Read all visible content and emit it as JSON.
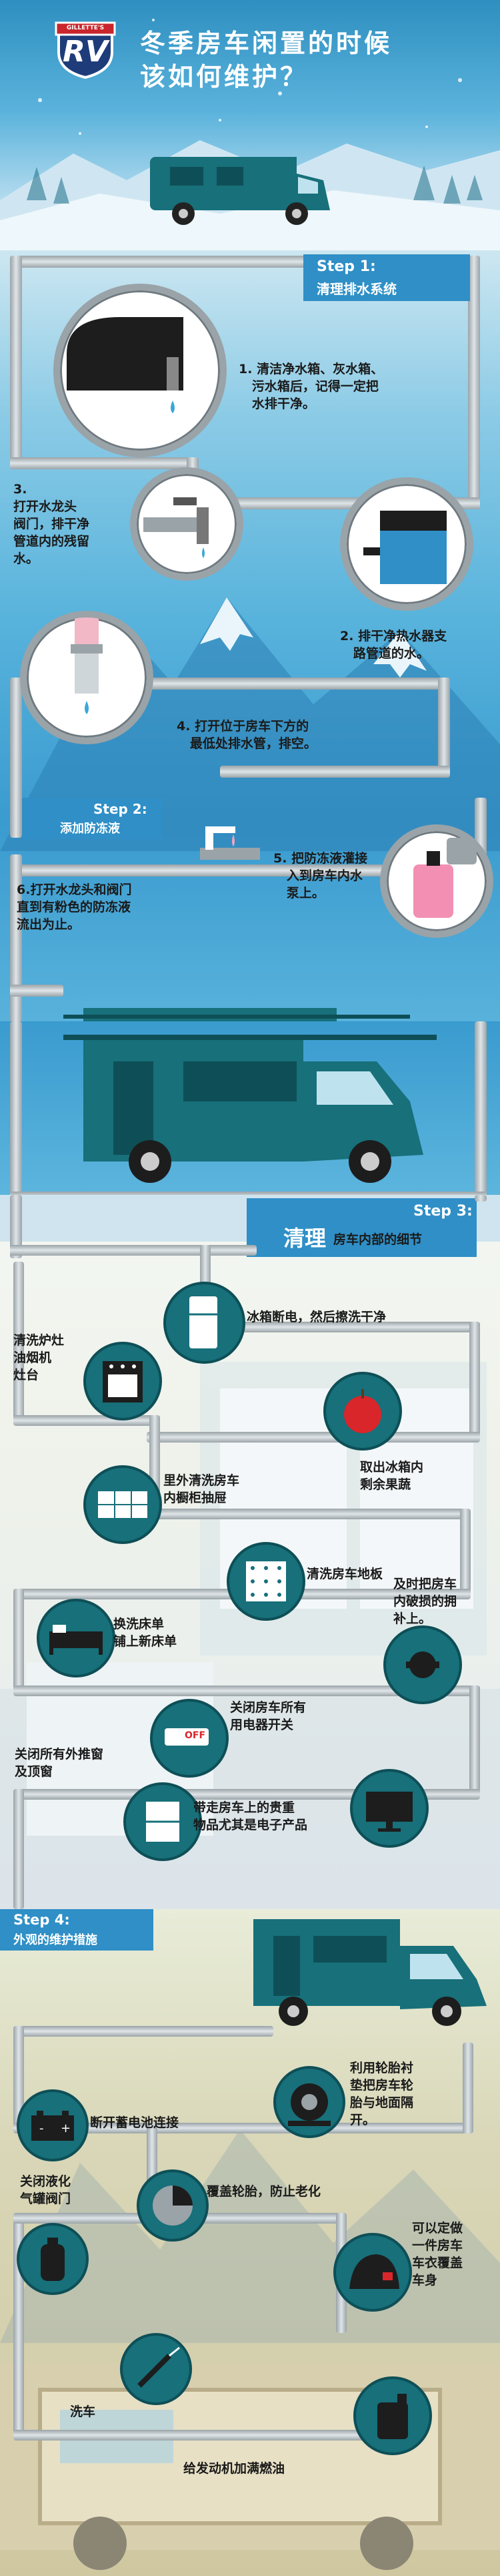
{
  "header": {
    "logo_top": "GILLETTE'S",
    "logo_main": "RV",
    "title_line1": "冬季房车闲置的时候",
    "title_line2": "该如何维护？"
  },
  "step1": {
    "label": "Step 1:",
    "title": "清理排水系统",
    "items": [
      {
        "num": "1.",
        "text_lines": [
          "清洁净水箱、灰水箱、",
          "污水箱后，记得一定把",
          "水排干净。"
        ]
      },
      {
        "num": "2.",
        "text_lines": [
          "排干净热水器支",
          "路管道的水。"
        ]
      },
      {
        "num": "3.",
        "text_lines": [
          "打开水龙头",
          "阀门，排干净",
          "管道内的残留",
          "水。"
        ]
      },
      {
        "num": "4.",
        "text_lines": [
          "打开位于房车下方的",
          "最低处排水管，排空。"
        ]
      }
    ]
  },
  "step2": {
    "label": "Step 2:",
    "title": "添加防冻液",
    "items": [
      {
        "num": "5.",
        "text_lines": [
          "把防冻液灌接",
          "入到房车内水",
          "泵上。"
        ]
      },
      {
        "num": "6.",
        "text_lines": [
          "打开水龙头和阀门",
          "直到有粉色的防冻液",
          "流出为止。"
        ]
      }
    ]
  },
  "step3": {
    "label": "Step 3:",
    "title_big": "清理",
    "title_small": "房车内部的细节",
    "items": [
      {
        "text_lines": [
          "冰箱断电，然后擦洗干净"
        ]
      },
      {
        "text_lines": [
          "清洗炉灶",
          "油烟机",
          "灶台"
        ]
      },
      {
        "text_lines": [
          "取出冰箱内",
          "剩余果蔬"
        ]
      },
      {
        "text_lines": [
          "里外清洗房车",
          "内橱柜抽屉"
        ]
      },
      {
        "text_lines": [
          "清洗房车地板"
        ]
      },
      {
        "text_lines": [
          "及时把房车",
          "内破损的拥",
          "补上。"
        ]
      },
      {
        "text_lines": [
          "换洗床单",
          "铺上新床单"
        ]
      },
      {
        "text_lines": [
          "关闭房车所有",
          "用电器开关"
        ]
      },
      {
        "text_lines": [
          "关闭所有外推窗",
          "及顶窗"
        ]
      },
      {
        "text_lines": [
          "带走房车上的贵重",
          "物品尤其是电子产品"
        ]
      }
    ],
    "switch_label": "OFF"
  },
  "step4": {
    "label": "Step 4:",
    "title": "外观的维护措施",
    "items": [
      {
        "text_lines": [
          "断开蓄电池连接"
        ]
      },
      {
        "text_lines": [
          "利用轮胎衬",
          "垫把房车轮",
          "胎与地面隔",
          "开。"
        ]
      },
      {
        "text_lines": [
          "关闭液化",
          "气罐阀门"
        ]
      },
      {
        "text_lines": [
          "覆盖轮胎，防止老化"
        ]
      },
      {
        "text_lines": [
          "可以定做",
          "一件房车",
          "车衣覆盖",
          "车身"
        ]
      },
      {
        "text_lines": [
          "洗车"
        ]
      },
      {
        "text_lines": [
          "给发动机加满燃油"
        ]
      }
    ]
  },
  "colors": {
    "teal": "#17707a",
    "dark_teal": "#0e4f57",
    "sky": "#3aa7d8",
    "pipe": "#9aa3a8",
    "red": "#d9262b"
  }
}
